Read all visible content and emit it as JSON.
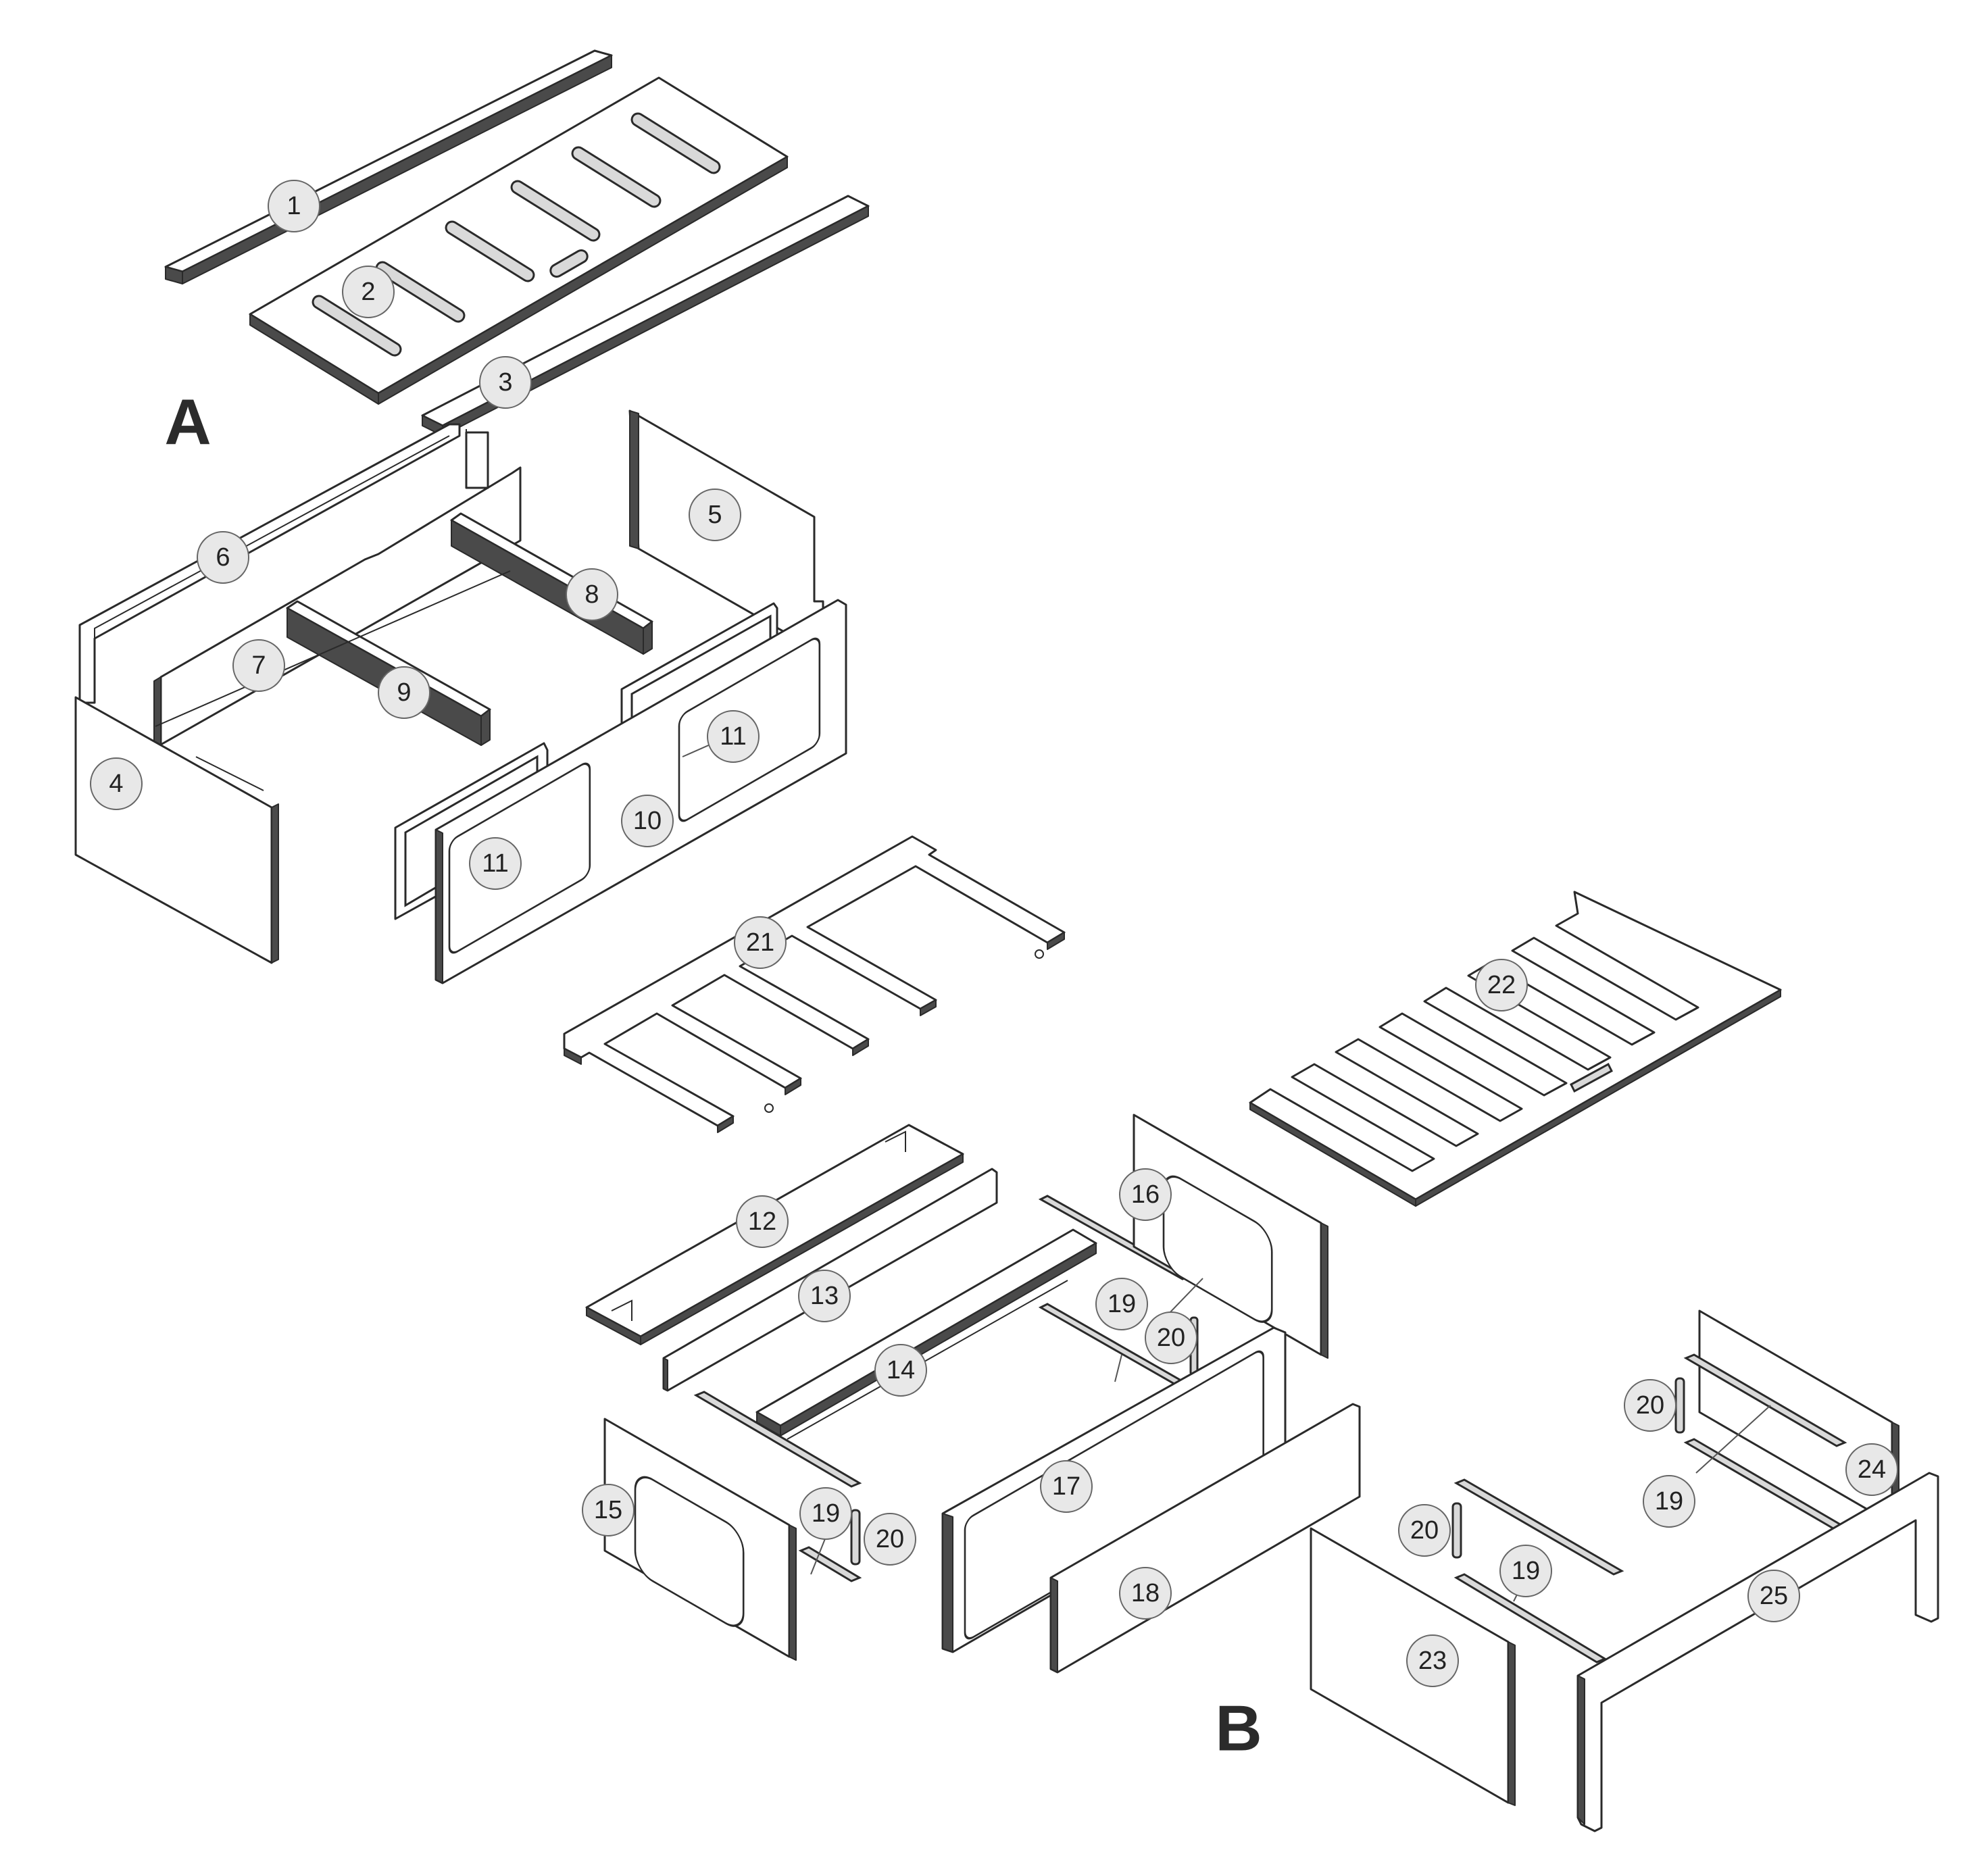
{
  "diagram": {
    "section_labels": {
      "a": "A",
      "b": "B"
    },
    "callouts": [
      {
        "id": "c1",
        "text": "1"
      },
      {
        "id": "c2",
        "text": "2"
      },
      {
        "id": "c3",
        "text": "3"
      },
      {
        "id": "c4",
        "text": "4"
      },
      {
        "id": "c5",
        "text": "5"
      },
      {
        "id": "c6",
        "text": "6"
      },
      {
        "id": "c7",
        "text": "7"
      },
      {
        "id": "c8",
        "text": "8"
      },
      {
        "id": "c9",
        "text": "9"
      },
      {
        "id": "c10",
        "text": "10"
      },
      {
        "id": "c11a",
        "text": "11"
      },
      {
        "id": "c11b",
        "text": "11"
      },
      {
        "id": "c12",
        "text": "12"
      },
      {
        "id": "c13",
        "text": "13"
      },
      {
        "id": "c14",
        "text": "14"
      },
      {
        "id": "c15",
        "text": "15"
      },
      {
        "id": "c16",
        "text": "16"
      },
      {
        "id": "c17",
        "text": "17"
      },
      {
        "id": "c18",
        "text": "18"
      },
      {
        "id": "c19a",
        "text": "19"
      },
      {
        "id": "c19b",
        "text": "19"
      },
      {
        "id": "c19c",
        "text": "19"
      },
      {
        "id": "c19d",
        "text": "19"
      },
      {
        "id": "c20a",
        "text": "20"
      },
      {
        "id": "c20b",
        "text": "20"
      },
      {
        "id": "c20c",
        "text": "20"
      },
      {
        "id": "c20d",
        "text": "20"
      },
      {
        "id": "c21",
        "text": "21"
      },
      {
        "id": "c22",
        "text": "22"
      },
      {
        "id": "c23",
        "text": "23"
      },
      {
        "id": "c24",
        "text": "24"
      },
      {
        "id": "c25",
        "text": "25"
      }
    ]
  }
}
